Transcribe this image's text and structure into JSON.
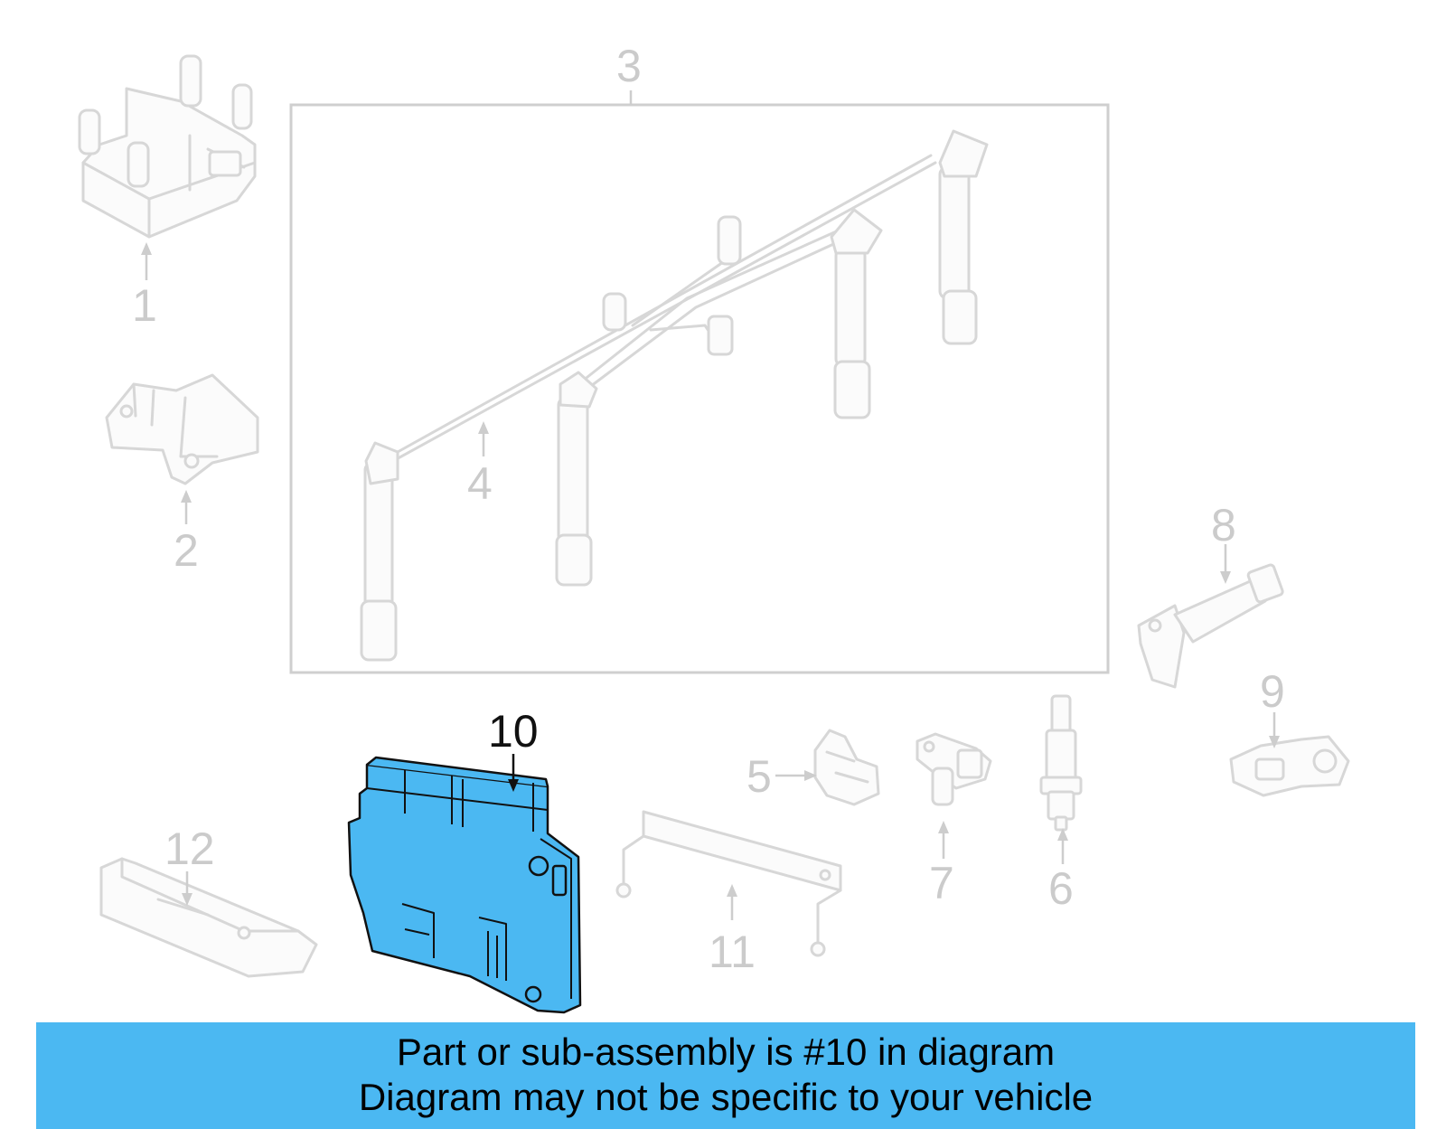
{
  "callouts": {
    "c1": "1",
    "c2": "2",
    "c3": "3",
    "c4": "4",
    "c5": "5",
    "c6": "6",
    "c7": "7",
    "c8": "8",
    "c9": "9",
    "c10": "10",
    "c11": "11",
    "c12": "12"
  },
  "highlight_color": "#4bb8f2",
  "banner": {
    "line1": "Part or sub-assembly is #10 in diagram",
    "line2": "Diagram may not be specific to your vehicle"
  }
}
